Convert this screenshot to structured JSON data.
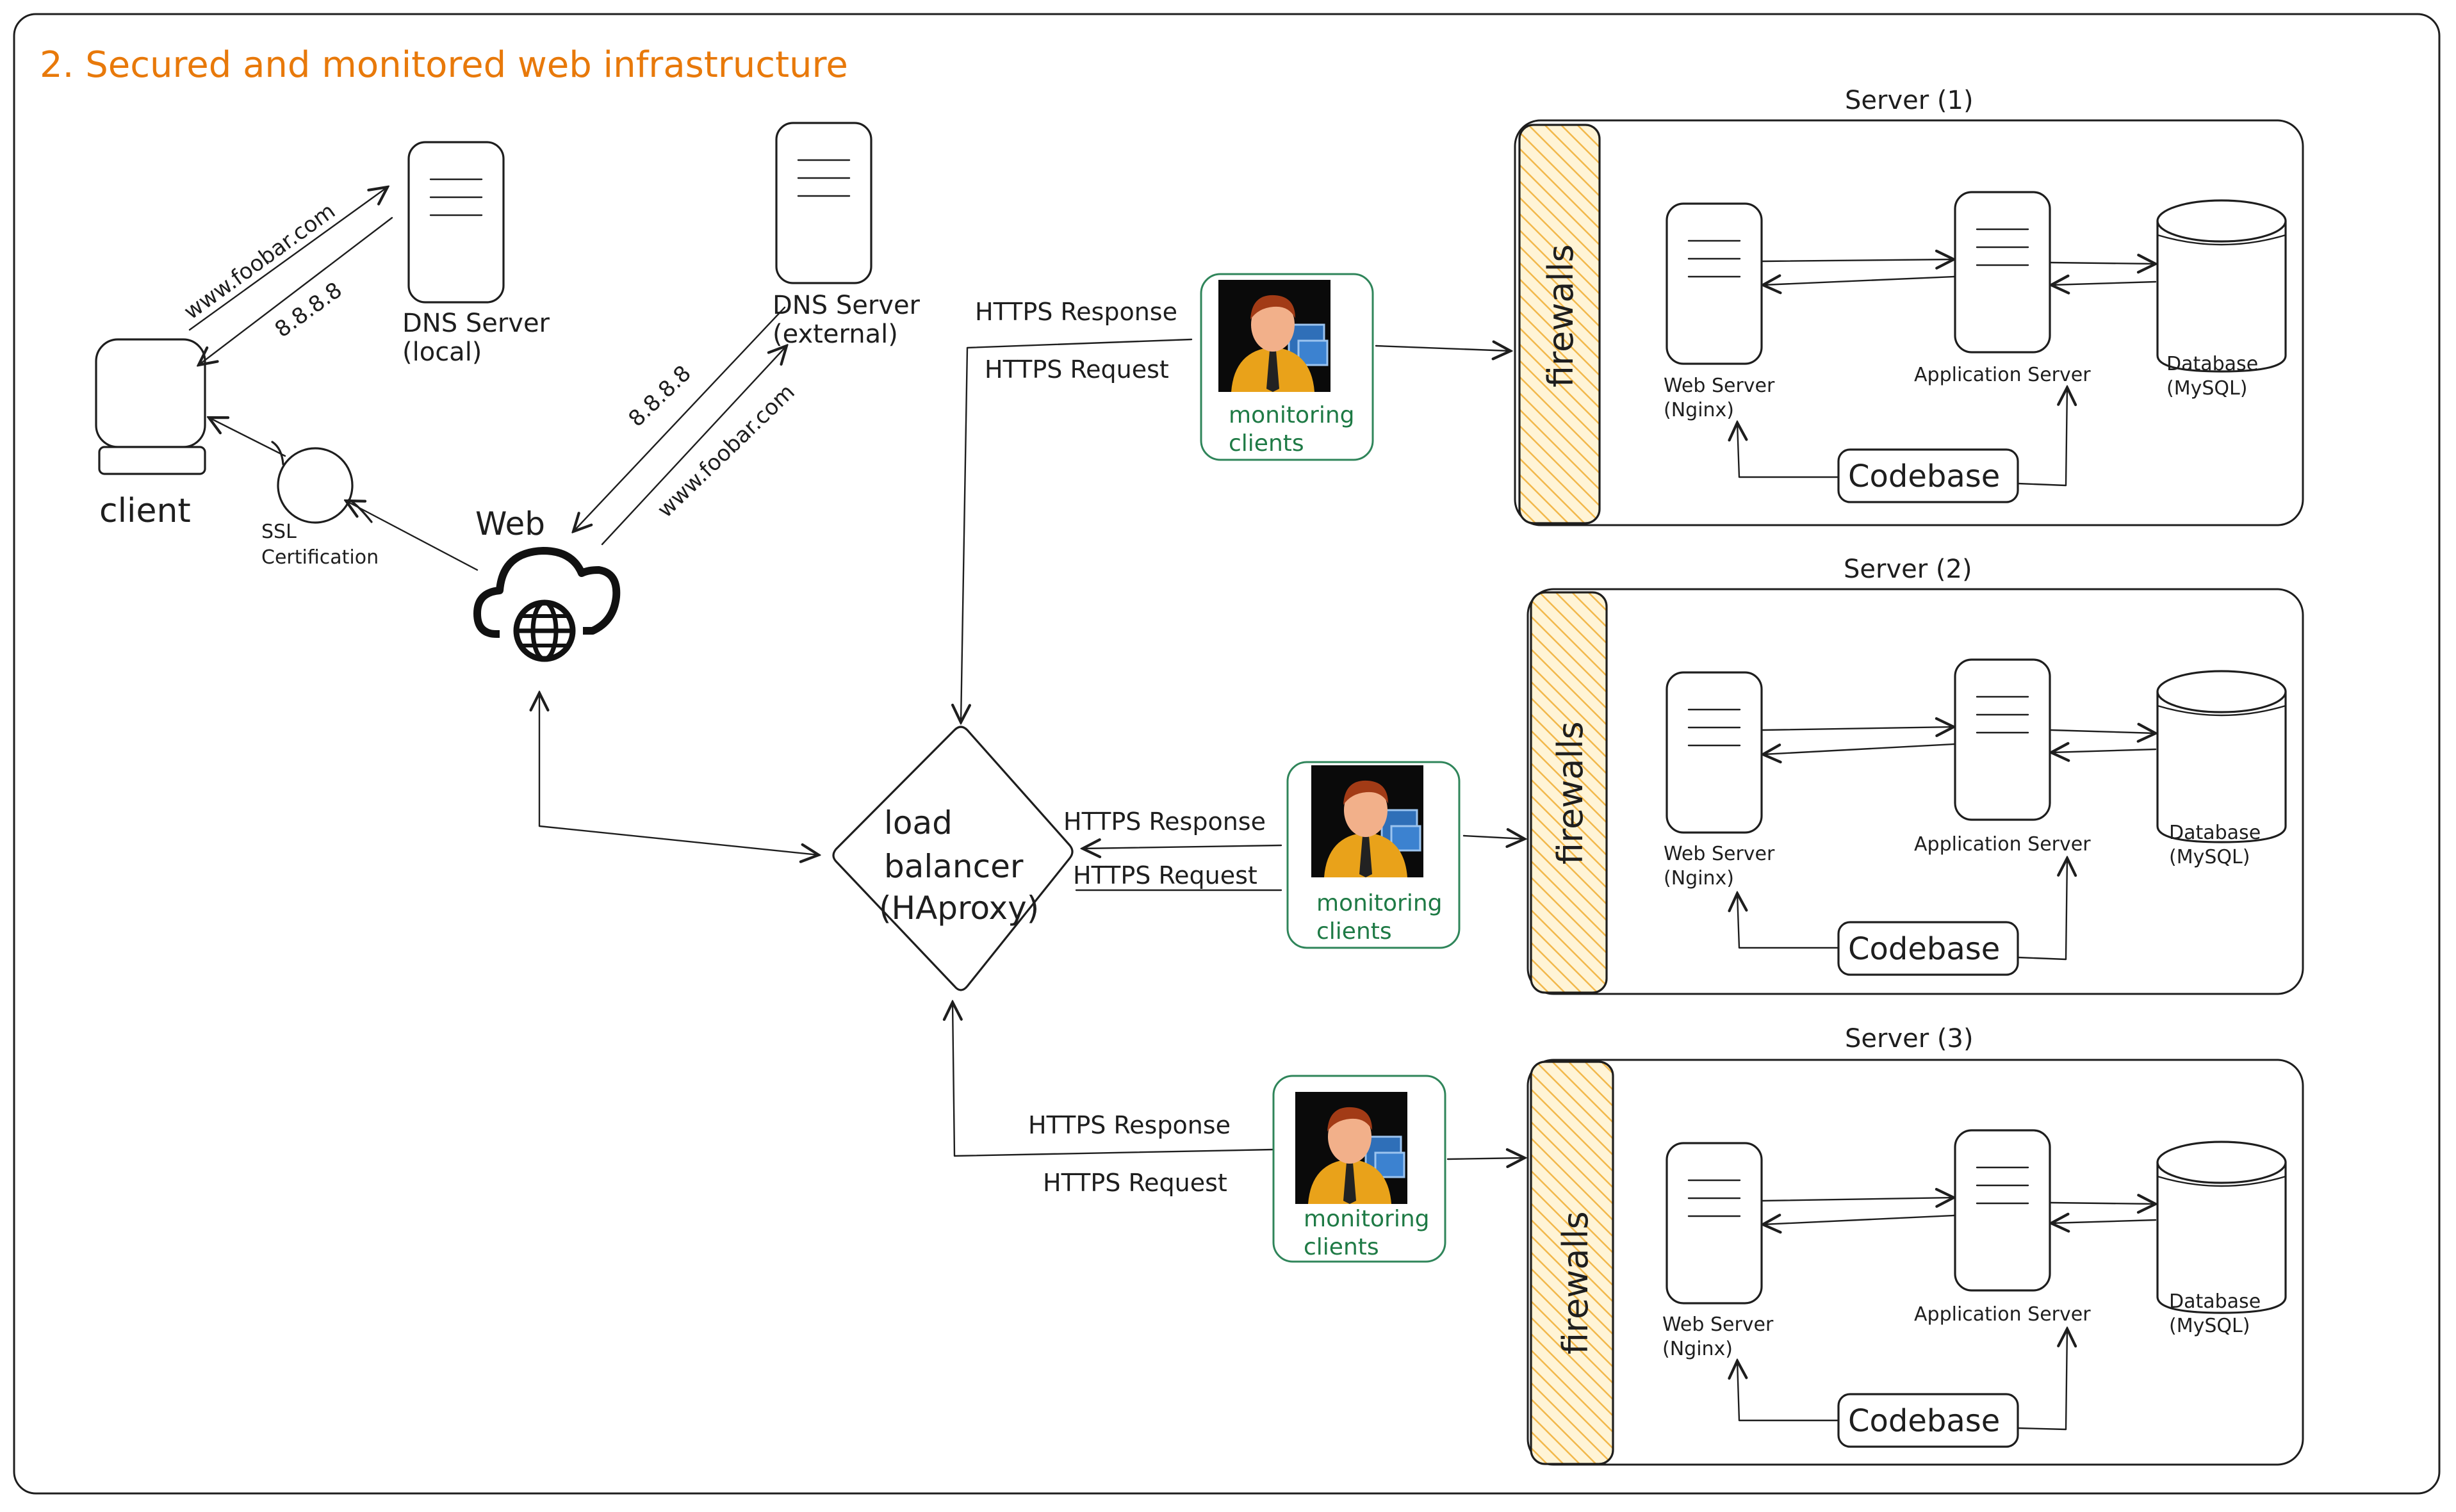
{
  "title": "2. Secured and monitored web infrastructure",
  "client": {
    "label": "client"
  },
  "dns_local": {
    "line1": "DNS Server",
    "line2": "(local)"
  },
  "dns_external": {
    "line1": "DNS Server",
    "line2": "(external)"
  },
  "dns_query": "www.foobar.com",
  "dns_answer": "8.8.8.8",
  "ssl": {
    "line1": "SSL",
    "line2": "Certification"
  },
  "web": {
    "label": "Web"
  },
  "load_balancer": {
    "line1": "load",
    "line2": "balancer",
    "line3": "(HAproxy)"
  },
  "https_response": "HTTPS Response",
  "https_request": "HTTPS Request",
  "monitoring": {
    "line1": "monitoring",
    "line2": "clients"
  },
  "servers": [
    {
      "title": "Server (1)",
      "firewall": "firewalls",
      "web_server": {
        "line1": "Web Server",
        "line2": "(Nginx)"
      },
      "app_server": "Application Server",
      "database": {
        "line1": "Database",
        "line2": "(MySQL)"
      },
      "codebase": "Codebase"
    },
    {
      "title": "Server (2)",
      "firewall": "firewalls",
      "web_server": {
        "line1": "Web Server",
        "line2": "(Nginx)"
      },
      "app_server": "Application Server",
      "database": {
        "line1": "Database",
        "line2": "(MySQL)"
      },
      "codebase": "Codebase"
    },
    {
      "title": "Server (3)",
      "firewall": "firewalls",
      "web_server": {
        "line1": "Web Server",
        "line2": "(Nginx)"
      },
      "app_server": "Application Server",
      "database": {
        "line1": "Database",
        "line2": "(MySQL)"
      },
      "codebase": "Codebase"
    }
  ],
  "colors": {
    "title": "#e8790a",
    "monitoring": "#1e7a45",
    "firewall_fill": "#f6c453",
    "firewall_border": "#e39a1e"
  },
  "icons": {
    "client": "computer-icon",
    "dns": "server-icon",
    "web": "cloud-globe-icon",
    "monitoring": "person-at-computer-icon",
    "database": "database-cylinder-icon"
  }
}
